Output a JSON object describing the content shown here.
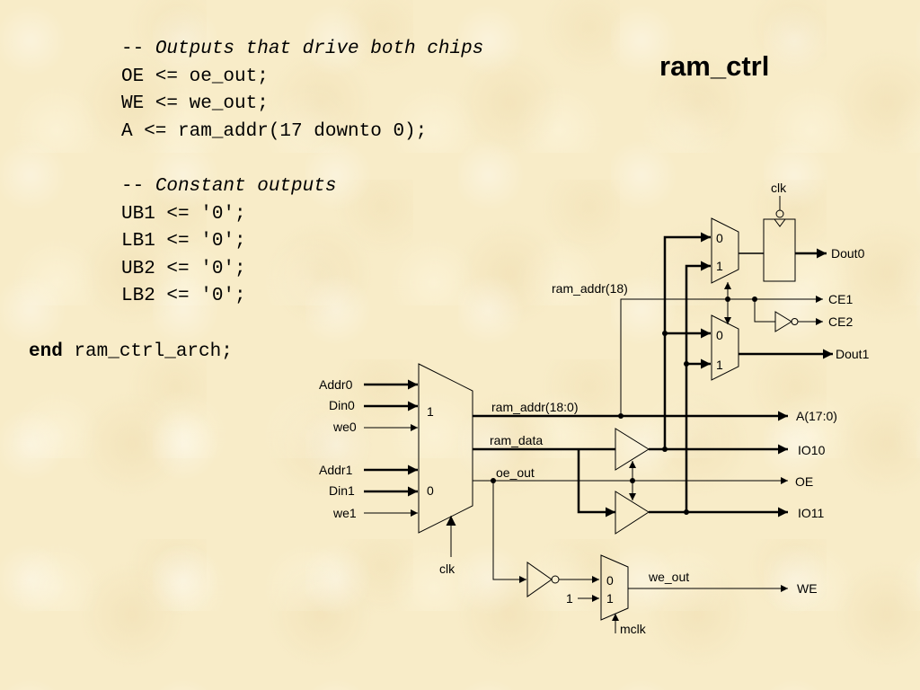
{
  "title": "ram_ctrl",
  "code": {
    "comment1_prefix": "-- ",
    "comment1_text": "Outputs that drive both chips",
    "line_oe": "OE <= oe_out;",
    "line_we": "WE <= we_out;",
    "line_a": "A <= ram_addr(17 downto 0);",
    "comment2_prefix": "-- ",
    "comment2_text": "Constant outputs",
    "line_ub1": "UB1 <= '0';",
    "line_lb1": "LB1 <= '0';",
    "line_ub2": "UB2 <= '0';",
    "line_lb2": "LB2 <= '0';",
    "end_keyword": "end",
    "end_rest": " ram_ctrl_arch;"
  },
  "diagram": {
    "inputs": {
      "addr0": "Addr0",
      "din0": "Din0",
      "we0": "we0",
      "addr1": "Addr1",
      "din1": "Din1",
      "we1": "we1"
    },
    "main_mux": {
      "in1": "1",
      "in0": "0",
      "clk": "clk"
    },
    "signals": {
      "ram_addr_18_0": "ram_addr(18:0)",
      "ram_data": "ram_data",
      "oe_out": "oe_out",
      "ram_addr_18": "ram_addr(18)",
      "we_out": "we_out"
    },
    "upper_mux": {
      "in0": "0",
      "in1": "1"
    },
    "lower_mux": {
      "in0": "0",
      "in1": "1"
    },
    "register": {
      "clk": "clk"
    },
    "we_mux": {
      "in0": "0",
      "in1": "1",
      "const_one": "1",
      "mclk": "mclk"
    },
    "outputs": {
      "dout0": "Dout0",
      "ce1": "CE1",
      "ce2": "CE2",
      "dout1": "Dout1",
      "a": "A(17:0)",
      "io10": "IO10",
      "oe": "OE",
      "io11": "IO11",
      "we": "WE"
    }
  }
}
